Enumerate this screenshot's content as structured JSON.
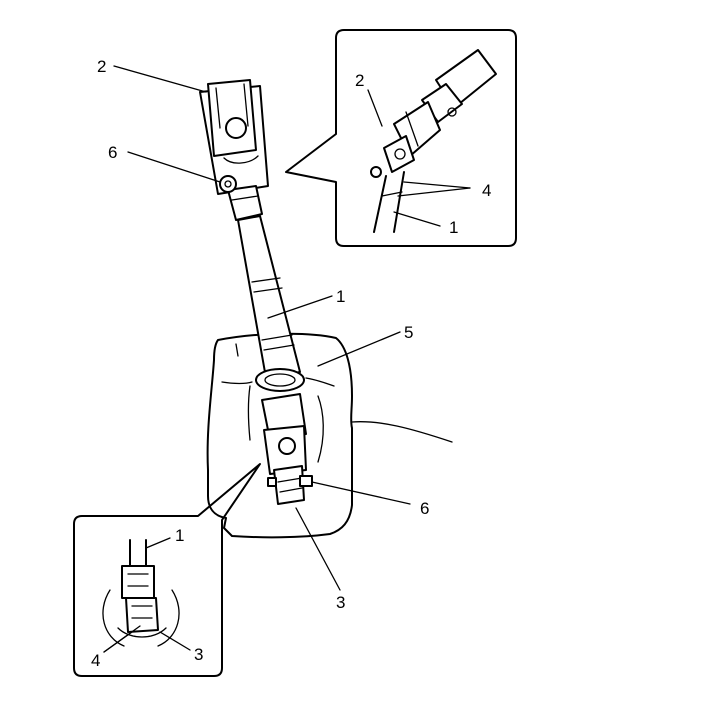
{
  "figure": {
    "main_callouts": [
      {
        "id": "m2",
        "text": "2"
      },
      {
        "id": "m6a",
        "text": "6"
      },
      {
        "id": "m1",
        "text": "1"
      },
      {
        "id": "m5",
        "text": "5"
      },
      {
        "id": "m6b",
        "text": "6"
      },
      {
        "id": "m3",
        "text": "3"
      }
    ],
    "upper_inset_callouts": [
      {
        "id": "u2",
        "text": "2"
      },
      {
        "id": "u4",
        "text": "4"
      },
      {
        "id": "u1",
        "text": "1"
      }
    ],
    "lower_inset_callouts": [
      {
        "id": "l1",
        "text": "1"
      },
      {
        "id": "l4",
        "text": "4"
      },
      {
        "id": "l3",
        "text": "3"
      }
    ]
  }
}
